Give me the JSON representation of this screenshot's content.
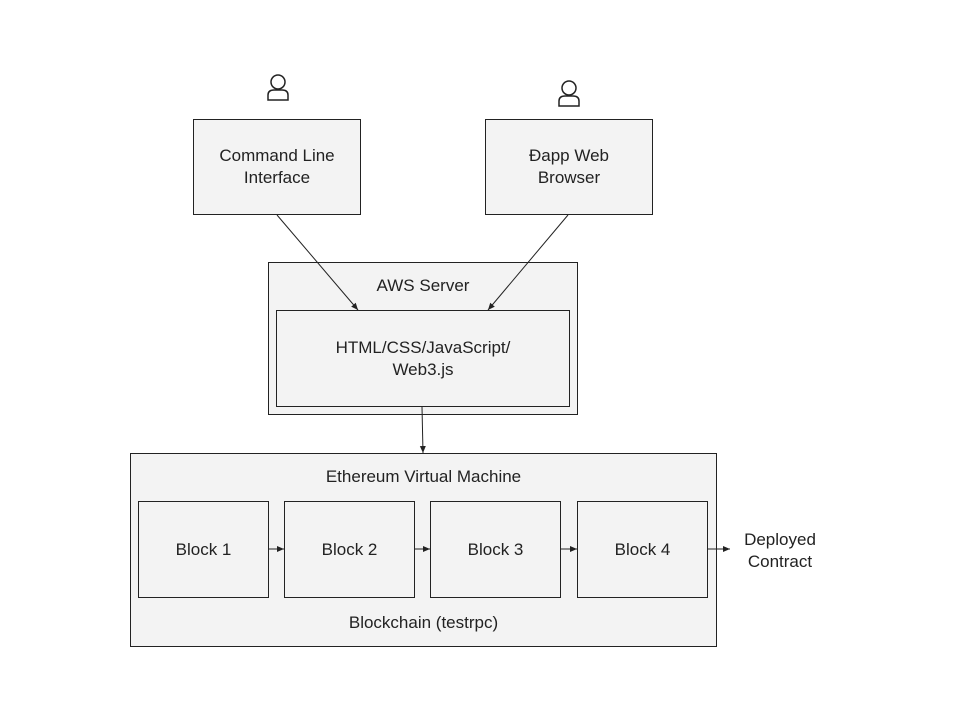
{
  "colors": {
    "box_fill": "#f3f3f3",
    "border": "#222222",
    "text": "#222222"
  },
  "icons": {
    "user_left": "user-icon",
    "user_right": "user-icon"
  },
  "cli": {
    "label": "Command Line\nInterface"
  },
  "browser": {
    "label": "Đapp Web\nBrowser"
  },
  "aws": {
    "title": "AWS Server",
    "inner_label": "HTML/CSS/JavaScript/\nWeb3.js"
  },
  "evm": {
    "title": "Ethereum Virtual Machine",
    "blocks": [
      "Block 1",
      "Block 2",
      "Block 3",
      "Block 4"
    ],
    "footer": "Blockchain (testrpc)"
  },
  "deployed": {
    "label": "Deployed\nContract"
  }
}
